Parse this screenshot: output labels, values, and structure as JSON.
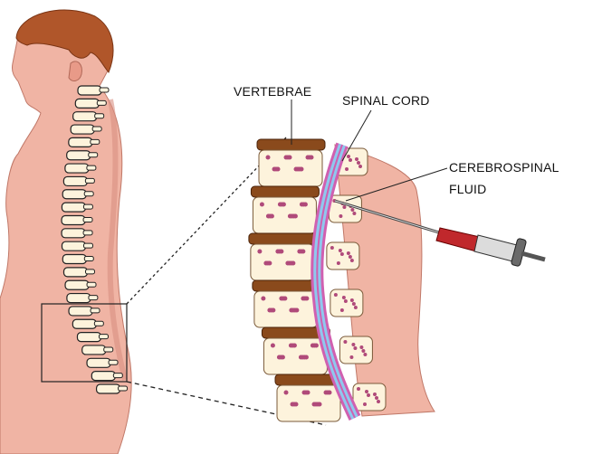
{
  "labels": {
    "vertebrae": "VERTEBRAE",
    "spinal_cord": "SPINAL CORD",
    "csf_line1": "CEREBROSPINAL",
    "csf_line2": "FLUID"
  },
  "colors": {
    "skin": "#f0b4a4",
    "skin_shadow": "#d98f82",
    "hair": "#b0562a",
    "bone": "#fdf3dc",
    "marrow": "#b04a7a",
    "disc": "#8a4a1c",
    "cord_blue": "#8fc8ee",
    "cord_pink": "#d060b0",
    "syringe_red": "#c0282c",
    "syringe_gray": "#6a6a6a"
  }
}
